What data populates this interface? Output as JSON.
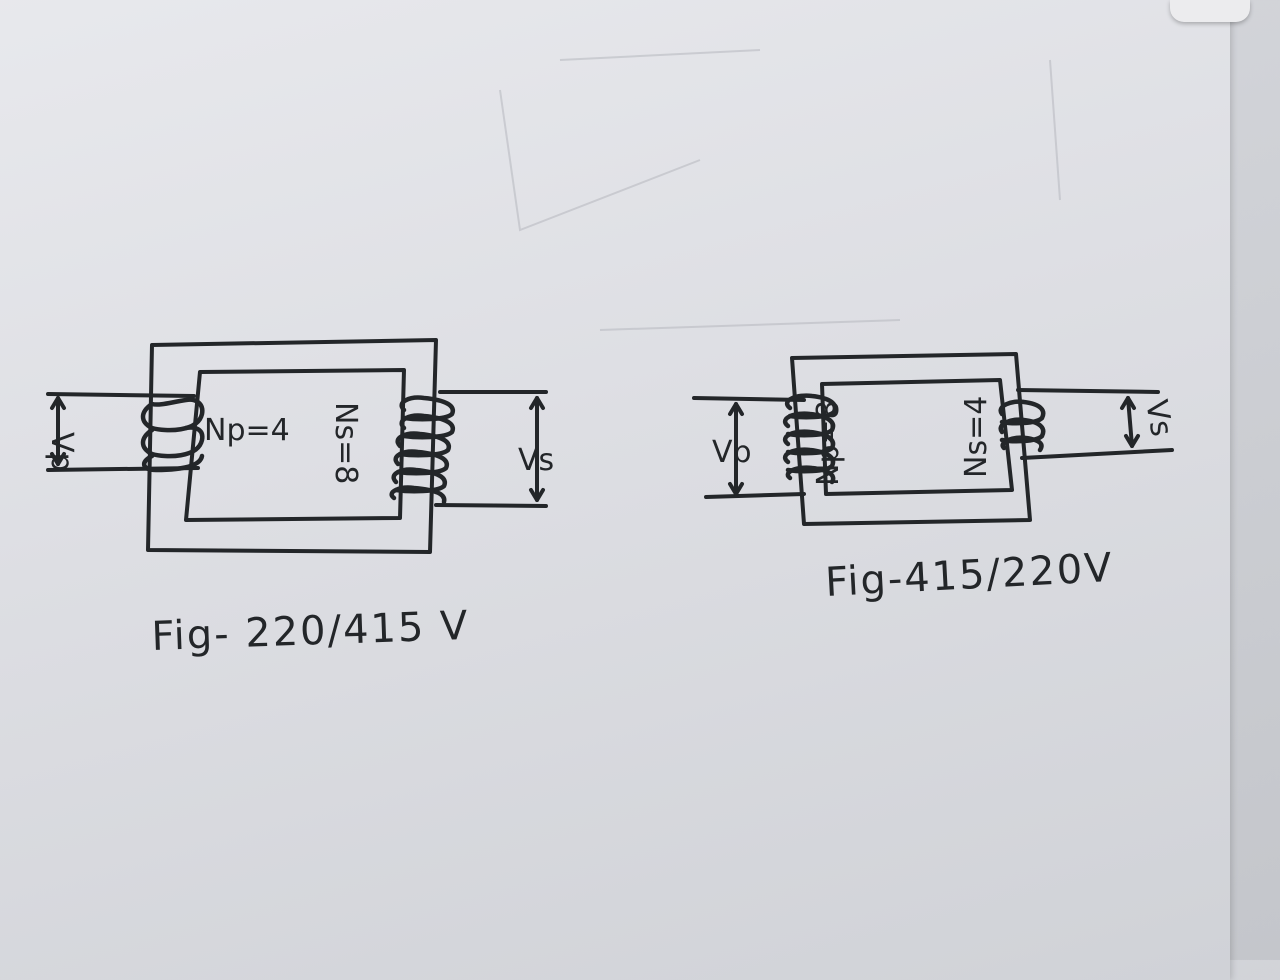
{
  "figures": [
    {
      "caption": "Fig- 220/415 V",
      "primary_label": "Vp",
      "primary_turns": "Np=4",
      "secondary_label": "Vs",
      "secondary_turns": "Ns=8"
    },
    {
      "caption": "Fig-415/220V",
      "primary_label": "Vp",
      "primary_turns": "Np=8",
      "secondary_label": "Vs",
      "secondary_turns": "Ns=4"
    }
  ],
  "colors": {
    "ink": "#232629",
    "paper": "#e2e3e7"
  }
}
